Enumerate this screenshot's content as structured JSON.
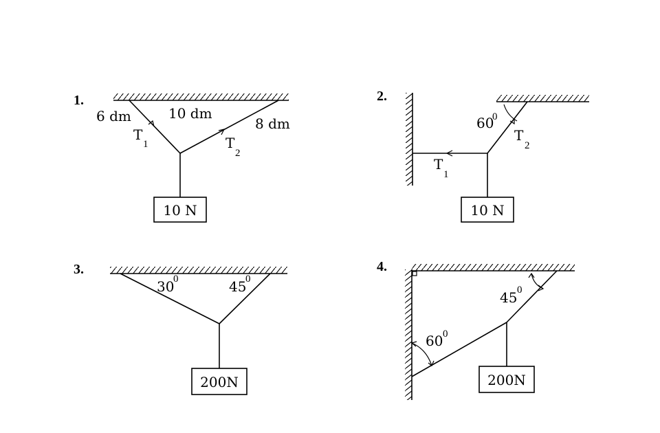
{
  "problems": [
    {
      "number": "1.",
      "labels": {
        "left_length": "6 dm",
        "top_length": "10 dm",
        "right_length": "8 dm",
        "t1": "T",
        "t1_sub": "1",
        "t2": "T",
        "t2_sub": "2"
      },
      "weight": "10 N"
    },
    {
      "number": "2.",
      "labels": {
        "angle": "60",
        "angle_deg": "0",
        "t1": "T",
        "t1_sub": "1",
        "t2": "T",
        "t2_sub": "2"
      },
      "weight": "10 N"
    },
    {
      "number": "3.",
      "labels": {
        "left_angle": "30",
        "left_deg": "0",
        "right_angle": "45",
        "right_deg": "0"
      },
      "weight": "200N"
    },
    {
      "number": "4.",
      "labels": {
        "top_angle": "45",
        "top_deg": "0",
        "wall_angle": "60",
        "wall_deg": "0"
      },
      "weight": "200N"
    }
  ]
}
